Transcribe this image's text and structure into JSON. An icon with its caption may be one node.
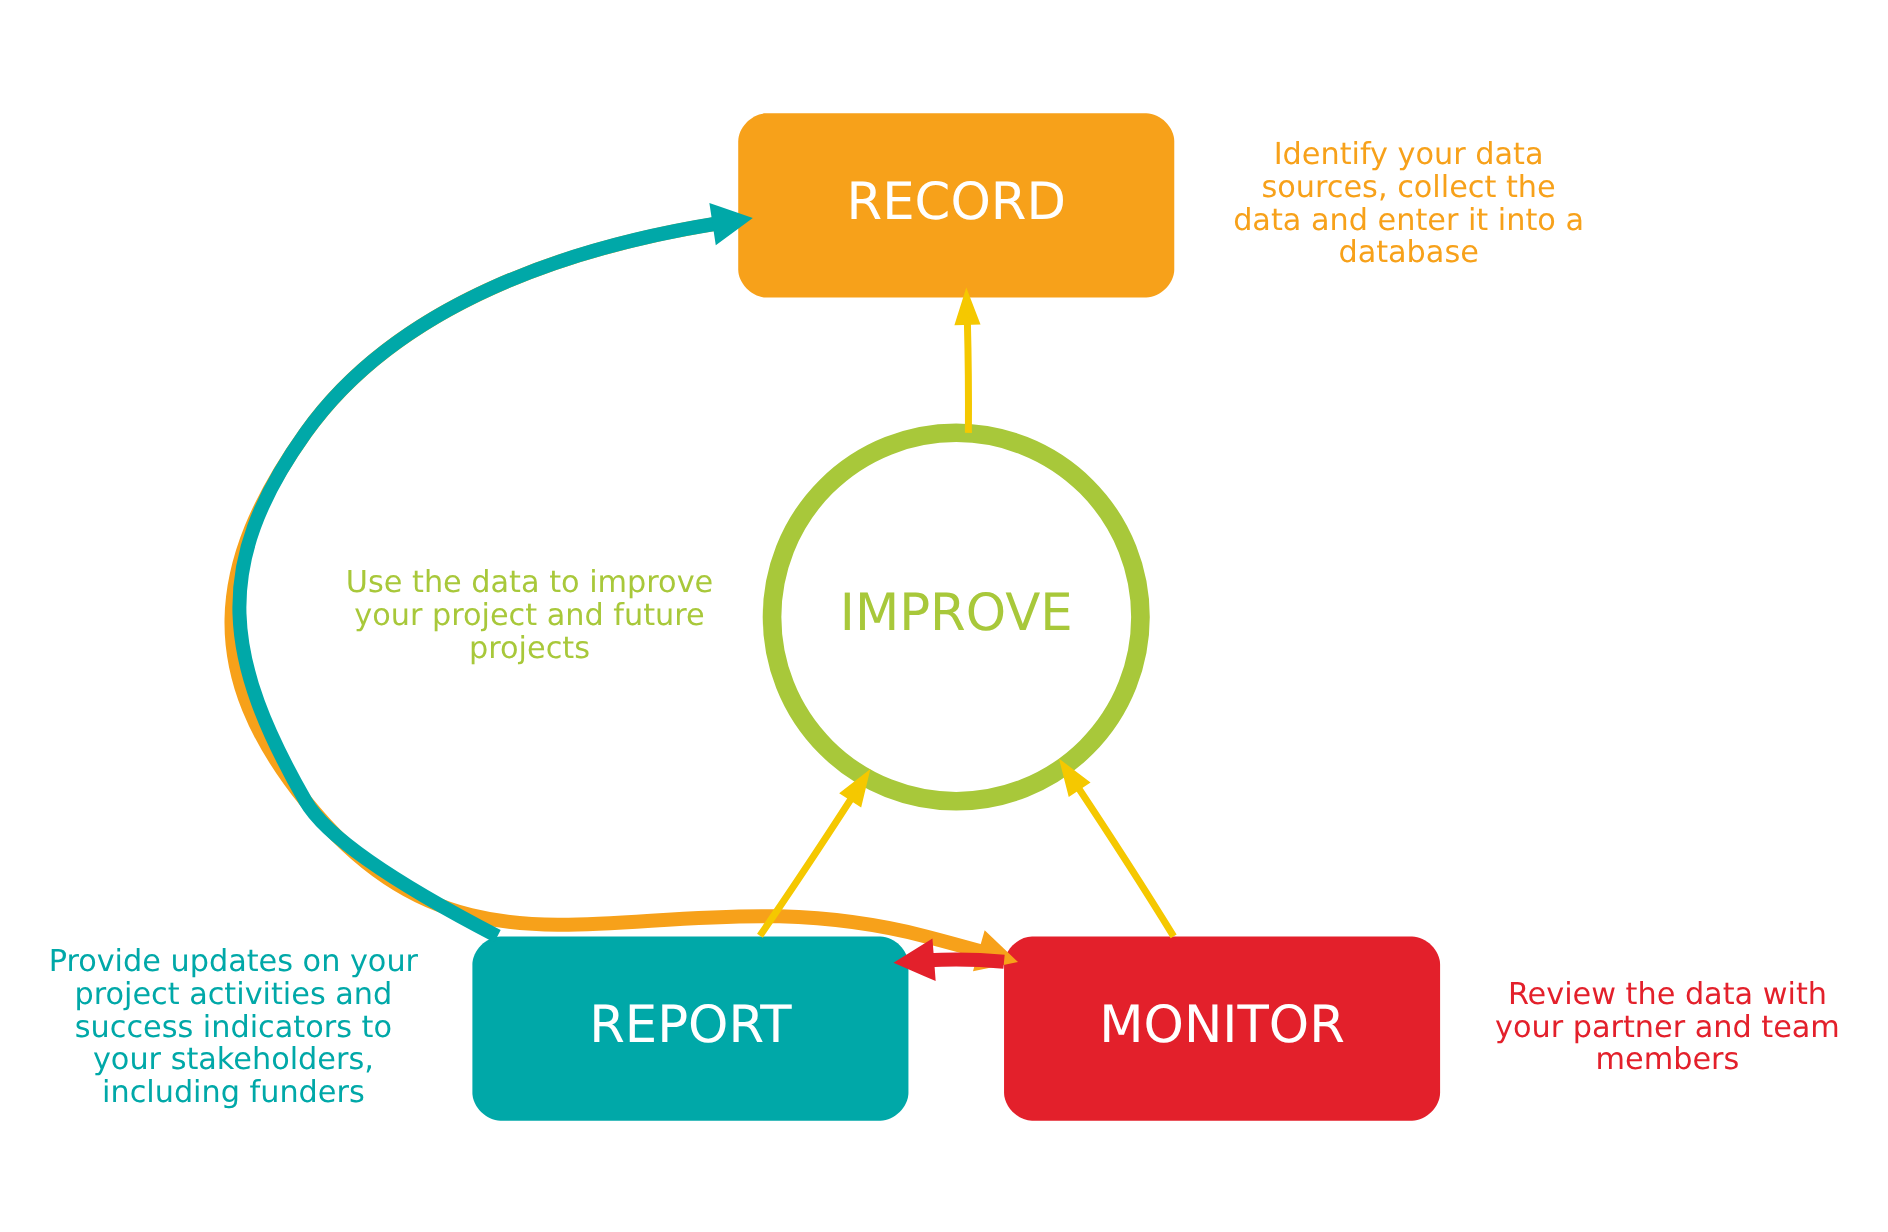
{
  "diagram": {
    "nodes": [
      {
        "text": [
          "RECORD"
        ],
        "beside": [
          "Identify your data sources, collect the data and enter it into a database"
        ]
      },
      {
        "text": [
          "IMPROVE"
        ],
        "beside": [
          "Use the data to improve your project and future projects"
        ]
      },
      {
        "text": [
          "REPORT"
        ],
        "beside": [
          "Provide updates on your project activities and success indicators to your stakeholders, including funders"
        ]
      },
      {
        "text": [
          "MONITOR"
        ],
        "beside": [
          "Review the data with your partner and team members"
        ]
      }
    ],
    "edges": [
      {
        "from": 0,
        "to": 3,
        "arrow": "to",
        "style": "thick",
        "color": "#f7a11a"
      },
      {
        "from": 3,
        "to": 2,
        "arrow": "to",
        "style": "thick",
        "color": "#e3202b"
      },
      {
        "from": 2,
        "to": 0,
        "arrow": "to",
        "style": "thick",
        "color": "#00a8a8"
      },
      {
        "from": 1,
        "to": 0,
        "arrow": "to",
        "color": "#f5c800"
      },
      {
        "from": 2,
        "to": 1,
        "arrow": "to",
        "color": "#f5c800"
      },
      {
        "from": 3,
        "to": 1,
        "arrow": "to",
        "color": "#f5c800"
      }
    ]
  }
}
